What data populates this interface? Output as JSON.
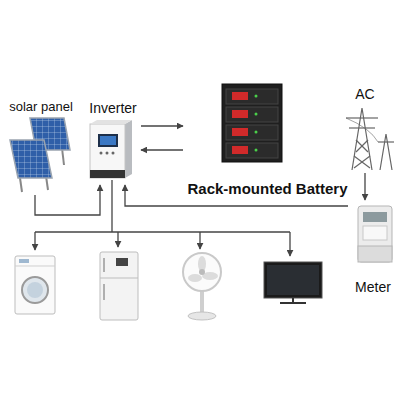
{
  "diagram": {
    "nodes": [
      {
        "text": [
          "solar panel"
        ]
      },
      {
        "text": [
          "Inverter"
        ]
      },
      {
        "text": [
          "AC"
        ]
      },
      {
        "text": [
          "Rack-mounted Battery"
        ]
      },
      {
        "text": [
          "Meter"
        ]
      }
    ],
    "edges": [
      {
        "from": 0,
        "to": 1,
        "arrow": "to"
      },
      {
        "from": 1,
        "to": 3,
        "arrow": "to"
      },
      {
        "from": 3,
        "to": 1,
        "arrow": "to"
      },
      {
        "from": 2,
        "to": 4,
        "arrow": "to"
      },
      {
        "from": 4,
        "to": 1,
        "arrow": "to"
      }
    ]
  }
}
